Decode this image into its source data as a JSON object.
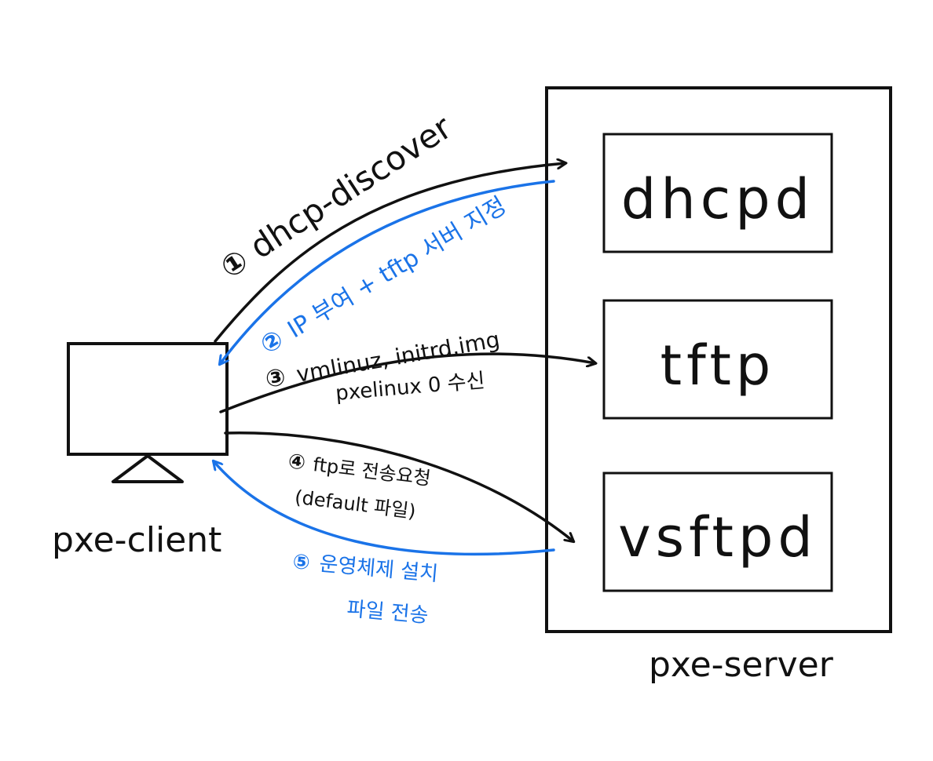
{
  "colors": {
    "ink": "#111111",
    "blue": "#1a73e8",
    "background": "#ffffff"
  },
  "client": {
    "label": "pxe-client",
    "icon": "monitor-icon"
  },
  "server": {
    "label": "pxe-server",
    "services": [
      {
        "label": "dhcpd"
      },
      {
        "label": "tftp"
      },
      {
        "label": "vsftpd"
      }
    ]
  },
  "steps": {
    "s1": {
      "num": "①",
      "text": "dhcp-discover"
    },
    "s2": {
      "num": "②",
      "text": "IP 부여 + tftp 서버 지정"
    },
    "s3": {
      "num": "③",
      "line1": "vmlinuz, initrd.img",
      "line2": "pxelinux 0 수신"
    },
    "s4": {
      "num": "④",
      "line1": "ftp로 전송요청",
      "line2": "(default 파일)"
    },
    "s5": {
      "num": "⑤",
      "line1": "운영체제 설치",
      "line2": "파일 전송"
    }
  }
}
